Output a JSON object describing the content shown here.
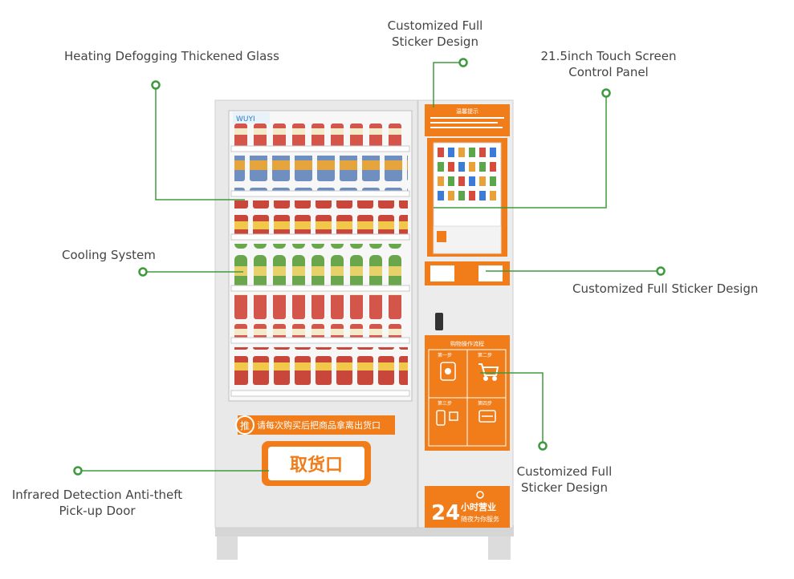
{
  "labels": {
    "sticker_top": [
      "Customized Full",
      "Sticker Design"
    ],
    "glass": "Heating Defogging Thickened Glass",
    "touch": [
      "21.5inch Touch Screen",
      "Control Panel"
    ],
    "cooling": "Cooling System",
    "sticker_mid": "Customized Full Sticker Design",
    "sticker_bottom": [
      "Customized Full",
      "Sticker Design"
    ],
    "door": [
      "Infrared Detection Anti-theft",
      "Pick-up Door"
    ]
  },
  "machine": {
    "logo": "WUYI",
    "slogan": "请每次购买后把商品拿离出货口",
    "slogan_mark": "推",
    "pickup": "取货口",
    "top_panel_title": "温馨提示",
    "process_title": "购物操作流程",
    "steps": [
      "第一步",
      "第二步",
      "第三步",
      "第四步"
    ],
    "hours_num": "24",
    "hours_text": "小时营业",
    "hours_sub": "随夜为你服务"
  },
  "colors": {
    "accent": "#f07d1a",
    "callout": "#4aa84a",
    "cabinet": "#e9e9e9"
  }
}
